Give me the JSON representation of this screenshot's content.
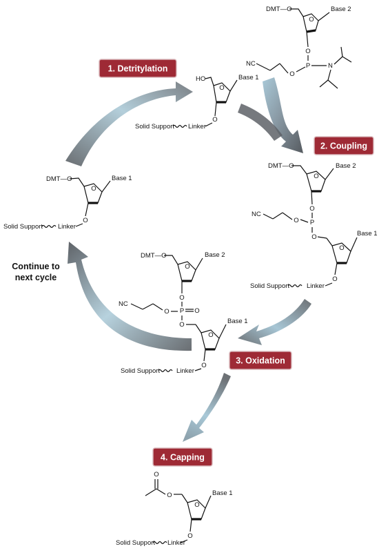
{
  "steps": {
    "detritylation": "1. Detritylation",
    "coupling": "2. Coupling",
    "oxidation": "3. Oxidation",
    "capping": "4. Capping"
  },
  "continue_label": {
    "line1": "Continue to",
    "line2": "next cycle"
  },
  "atoms": {
    "ho": "HO",
    "dmt_o": "DMT—O",
    "o": "O",
    "p": "P",
    "n": "N",
    "nc": "NC",
    "base1": "Base 1",
    "base2": "Base 2",
    "solid_support": "Solid Support",
    "linker": "Linker"
  },
  "colors": {
    "step_box": "#9e2a35",
    "arrow_gray": "#6d7175",
    "arrow_light": "#a9c9d8"
  }
}
